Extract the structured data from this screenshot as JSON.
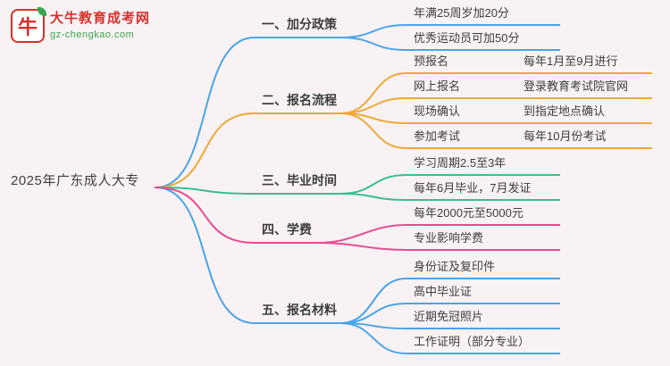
{
  "logo": {
    "title": "大牛教育成考网",
    "domain": "gz-chengkao.com",
    "icon_text": "牛",
    "brand_red": "#d9302c",
    "brand_green": "#3aa54f"
  },
  "root": {
    "label": "2025年广东成人大专"
  },
  "colors": {
    "blue": "#48a5e9",
    "orange": "#eda937",
    "green": "#35c08e",
    "pink": "#e84a90",
    "background": "#f9f2f4"
  },
  "branches": [
    {
      "label": "一、加分政策",
      "color": "#48a5e9",
      "children": [
        {
          "text": "年满25周岁加20分"
        },
        {
          "text": "优秀运动员可加50分"
        }
      ]
    },
    {
      "label": "二、报名流程",
      "color": "#eda937",
      "children": [
        {
          "text": "预报名",
          "detail": "每年1月至9月进行"
        },
        {
          "text": "网上报名",
          "detail": "登录教育考试院官网"
        },
        {
          "text": "现场确认",
          "detail": "到指定地点确认"
        },
        {
          "text": "参加考试",
          "detail": "每年10月份考试"
        }
      ]
    },
    {
      "label": "三、毕业时间",
      "color": "#35c08e",
      "children": [
        {
          "text": "学习周期2.5至3年"
        },
        {
          "text": "每年6月毕业，7月发证"
        }
      ]
    },
    {
      "label": "四、学费",
      "color": "#e84a90",
      "children": [
        {
          "text": "每年2000元至5000元"
        },
        {
          "text": "专业影响学费"
        }
      ]
    },
    {
      "label": "五、报名材料",
      "color": "#48a5e9",
      "children": [
        {
          "text": "身份证及复印件"
        },
        {
          "text": "高中毕业证"
        },
        {
          "text": "近期免冠照片"
        },
        {
          "text": "工作证明（部分专业）"
        }
      ]
    }
  ]
}
